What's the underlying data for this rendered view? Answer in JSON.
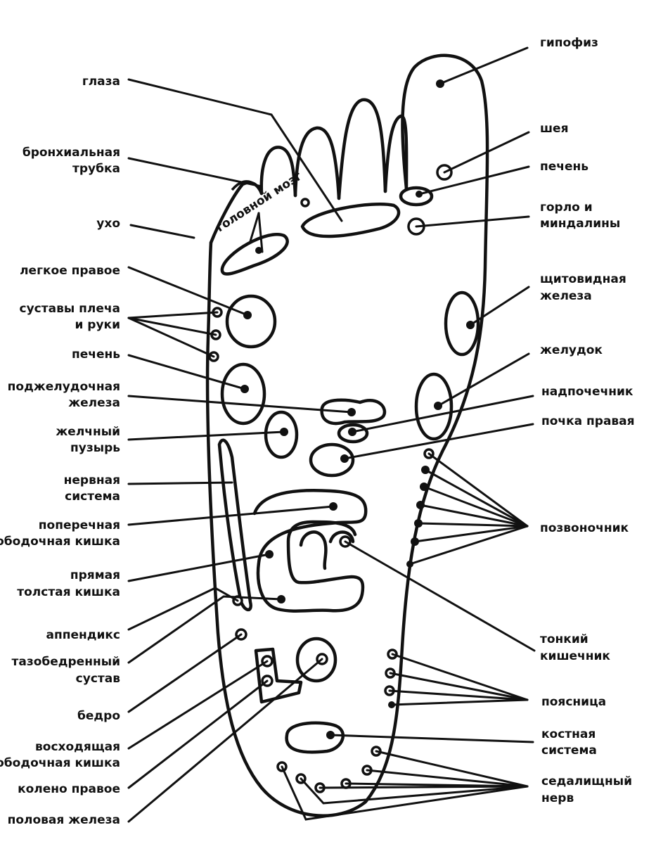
{
  "labels": {
    "eyes": "глаза",
    "bronchial_1": "бронхиальная",
    "bronchial_2": "трубка",
    "ear": "ухо",
    "lung_right": "легкое правое",
    "joints_1": "суставы плеча",
    "joints_2": "и руки",
    "liver_left": "печень",
    "pancreas_1": "поджелудочная",
    "pancreas_2": "железа",
    "gallbladder_1": "желчный",
    "gallbladder_2": "пузырь",
    "nervous_1": "нервная",
    "nervous_2": "система",
    "transverse_1": "поперечная",
    "transverse_2": "ободочная кишка",
    "rectum_1": "прямая",
    "rectum_2": "толстая кишка",
    "appendix": "аппендикс",
    "hip_joint_1": "тазобедренный",
    "hip_joint_2": "сустав",
    "thigh": "бедро",
    "ascending_1": "восходящая",
    "ascending_2": "ободочная кишка",
    "knee_right": "колено правое",
    "gonad": "половая железа",
    "pituitary": "гипофиз",
    "neck": "шея",
    "liver_right": "печень",
    "throat_1": "горло и",
    "throat_2": "миндалины",
    "thyroid_1": "щитовидная",
    "thyroid_2": "железа",
    "stomach": "желудок",
    "adrenal": "надпочечник",
    "kidney_right": "почка правая",
    "spine": "позвоночник",
    "small_intestine_1": "тонкий",
    "small_intestine_2": "кишечник",
    "lumbar": "поясница",
    "skeletal_1": "костная",
    "skeletal_2": "система",
    "sciatic_1": "седалищный",
    "sciatic_2": "нерв",
    "brain": "головной мозг"
  },
  "colors": {
    "ink": "#111111",
    "background": "#ffffff"
  }
}
